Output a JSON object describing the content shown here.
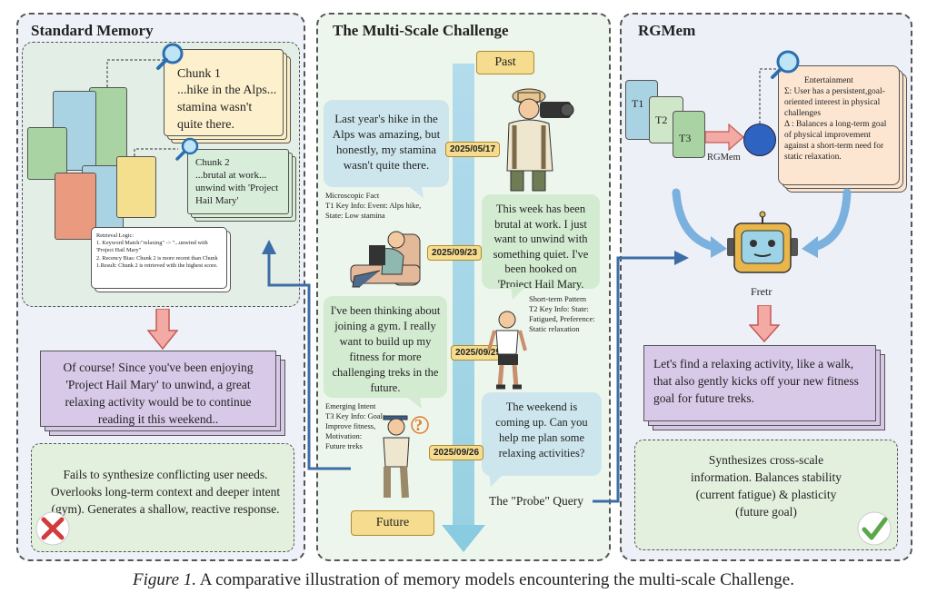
{
  "standard_memory": {
    "title": "Standard Memory",
    "chunk1": {
      "title": "Chunk 1",
      "text": "...hike in the Alps...\nstamina wasn't\nquite there."
    },
    "chunk2": {
      "title": "Chunk 2",
      "text": "...brutal at work...\nunwind with 'Project\nHail Mary'"
    },
    "retrieval_logic": "Retrieval Logic:\n1. Keyword Match:\"relaxing\" -> \"...unwind with 'Project Hail Mary\"\n2. Recency Bias: Chunk 2 is more recent than Chunk 1.Result: Chunk 2 is retrieved with the highest score.",
    "response": "Of course! Since you've been enjoying 'Project Hail Mary' to unwind, a great relaxing activity would be to continue reading it this weekend..",
    "verdict": "Fails to synthesize conflicting user needs. Overlooks long-term context and deeper intent (gym). Generates a shallow, reactive response."
  },
  "multiscale": {
    "title": "The Multi-Scale Challenge",
    "past_label": "Past",
    "future_label": "Future",
    "dates": [
      "2025/05/17",
      "2025/09/23",
      "2025/09/25",
      "2025/09/26"
    ],
    "bubble1": "Last year's hike in the Alps was amazing, but honestly, my stamina wasn't quite there.",
    "note1": "Microscopic Fact\nT1 Key Info: Event: Alps hike,\nState: Low stamina",
    "bubble2": "This week has been brutal at work. I just want to unwind with something quiet. I've been hooked on 'Project Hail Mary.",
    "note2": "Short-term Pattern\nT2 Key Info: State:\nFatigued, Preference:\nStatic relaxation",
    "bubble3": "I've been thinking about joining a gym. I really want to build up my fitness for more challenging treks in the future.",
    "note3": "Emerging Intent\nT3 Key Info: Goal:\nImprove fitness,\nMotivation:\nFuture treks",
    "bubble4": "The weekend is coming up. Can you help me plan some relaxing activities?",
    "probe_label": "The \"Probe\" Query"
  },
  "rgmem": {
    "title": "RGMem",
    "t_labels": [
      "T1",
      "T2",
      "T3"
    ],
    "arrow_label": "RGMem",
    "note_title": "Entertainment",
    "note_text": "Σ: User has a persistent,goal-oriented interest in physical challenges\nΔ : Balances a long-term goal of physical improvement against a short-term need for static relaxation.",
    "robot_label": "Fretr",
    "response": "Let's find a relaxing activity, like a walk, that also gently kicks off your new fitness goal for future treks.",
    "verdict": "Synthesizes cross-scale information. Balances stability (current fatigue) & plasticity (future goal)"
  },
  "caption": {
    "figure": "Figure 1.",
    "text": "A comparative illustration of memory models encountering the multi-scale Challenge."
  },
  "colors": {
    "left_bg": "#eef1f8",
    "middle_bg": "#edf6ec",
    "right_bg": "#eef0f8",
    "purple": "#d8c8e8",
    "green_box": "#e4f0de",
    "bubble": "#cde6ee",
    "bubble_green": "#d3ebd1",
    "arrow_red": "#e07a7a"
  }
}
